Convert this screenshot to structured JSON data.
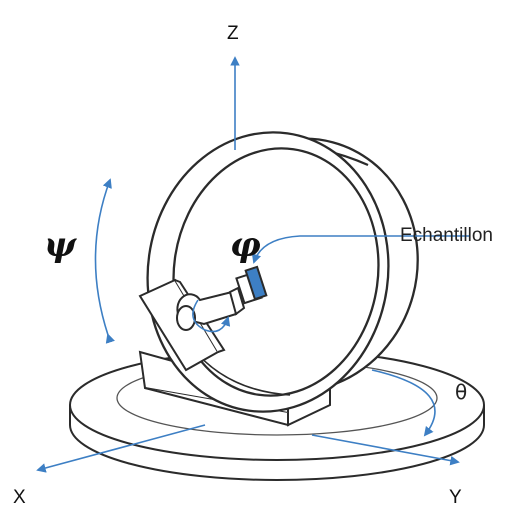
{
  "labels": {
    "z_axis": "Z",
    "x_axis": "X",
    "y_axis": "Y",
    "psi": "ψ",
    "phi": "φ",
    "theta": "θ",
    "sample": "Echantillon"
  },
  "colors": {
    "drawing": "#2b2b2b",
    "accent": "#3d7fc4",
    "background": "#ffffff"
  }
}
